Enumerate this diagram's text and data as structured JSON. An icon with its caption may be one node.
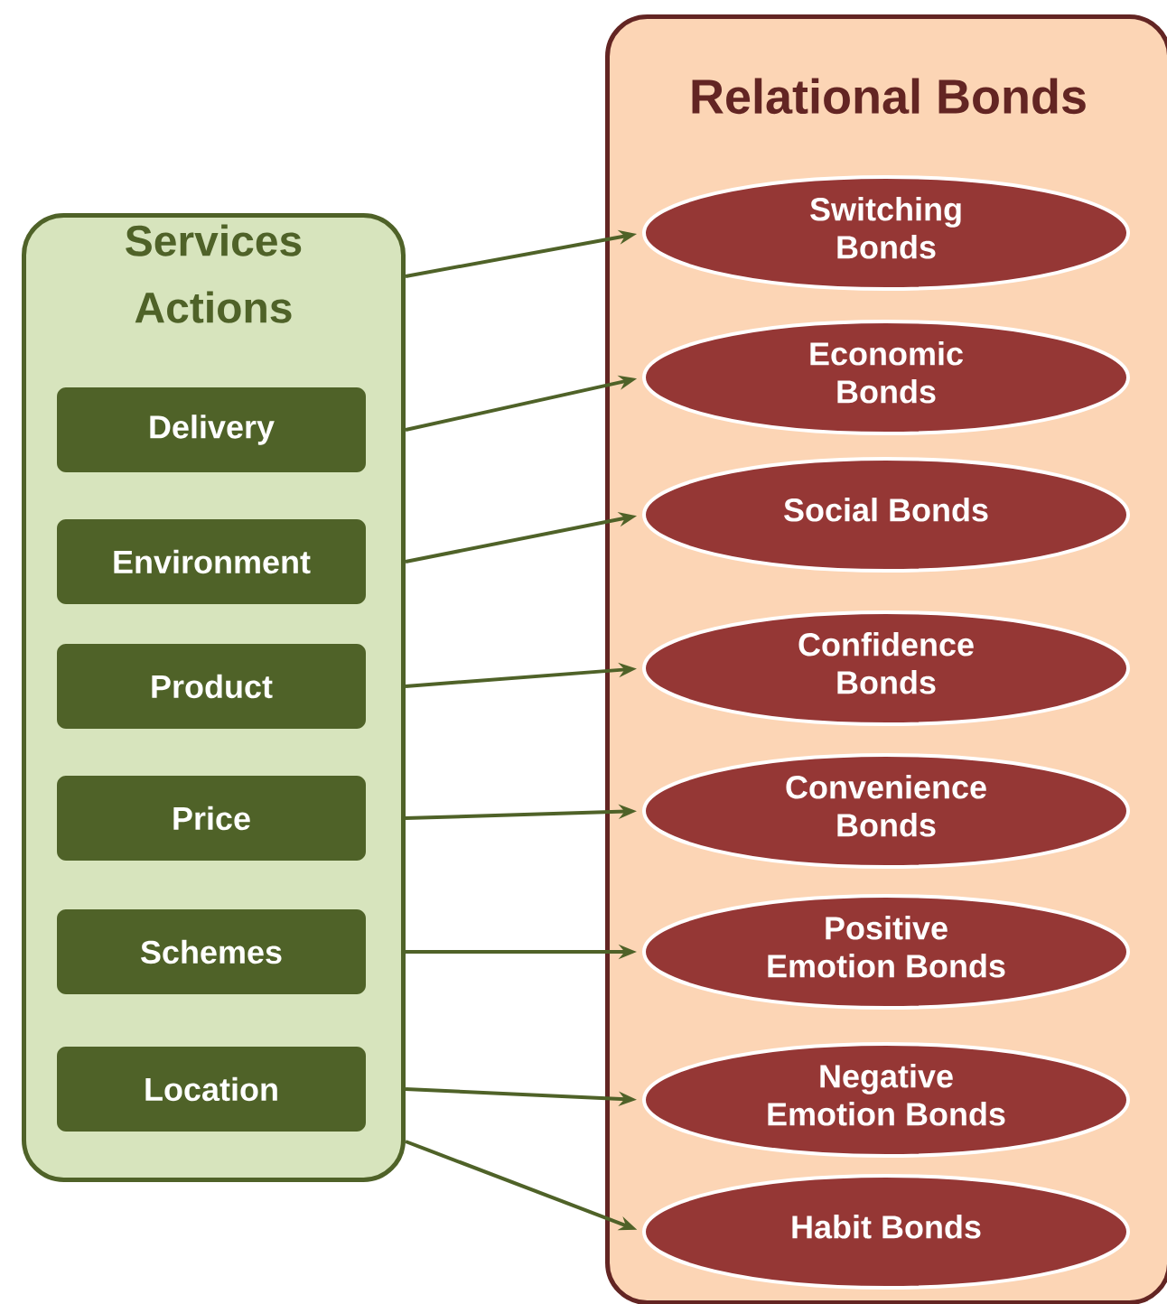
{
  "diagram": {
    "nodes": [
      {
        "text": [
          "Services Actions"
        ]
      },
      {
        "text": [
          "Delivery"
        ],
        "in": 0
      },
      {
        "text": [
          "Environment"
        ],
        "in": 0
      },
      {
        "text": [
          "Product"
        ],
        "in": 0
      },
      {
        "text": [
          "Price"
        ],
        "in": 0
      },
      {
        "text": [
          "Schemes"
        ],
        "in": 0
      },
      {
        "text": [
          "Location"
        ],
        "in": 0
      },
      {
        "text": [
          "Relational Bonds"
        ]
      },
      {
        "text": [
          "Switching Bonds"
        ],
        "in": 7
      },
      {
        "text": [
          "Economic Bonds"
        ],
        "in": 7
      },
      {
        "text": [
          "Social Bonds"
        ],
        "in": 7
      },
      {
        "text": [
          "Confidence Bonds"
        ],
        "in": 7
      },
      {
        "text": [
          "Convenience Bonds"
        ],
        "in": 7
      },
      {
        "text": [
          "Positive Emotion Bonds"
        ],
        "in": 7
      },
      {
        "text": [
          "Negative Emotion Bonds"
        ],
        "in": 7
      },
      {
        "text": [
          "Habit Bonds"
        ],
        "in": 7
      }
    ],
    "edges": [
      {
        "from": 0,
        "to": 8,
        "arrow": "to"
      },
      {
        "from": 1,
        "to": 9,
        "arrow": "to"
      },
      {
        "from": 2,
        "to": 10,
        "arrow": "to"
      },
      {
        "from": 3,
        "to": 11,
        "arrow": "to"
      },
      {
        "from": 4,
        "to": 12,
        "arrow": "to"
      },
      {
        "from": 5,
        "to": 13,
        "arrow": "to"
      },
      {
        "from": 6,
        "to": 14,
        "arrow": "to"
      },
      {
        "from": 0,
        "to": 15,
        "arrow": "to"
      }
    ]
  }
}
